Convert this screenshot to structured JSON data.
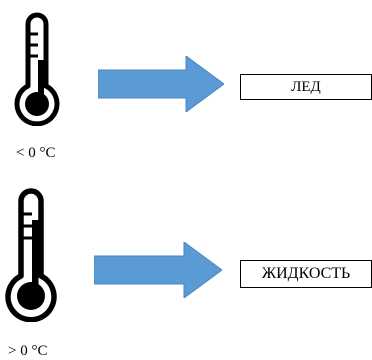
{
  "diagram": {
    "rows": [
      {
        "thermometer_icon": "thermometer-low-icon",
        "temperature_label": "< 0 °C",
        "arrow_icon": "right-arrow-icon",
        "arrow_color": "#5b9bd5",
        "state_label": "ЛЕД"
      },
      {
        "thermometer_icon": "thermometer-high-icon",
        "temperature_label": "> 0 °C",
        "arrow_icon": "right-arrow-icon",
        "arrow_color": "#5b9bd5",
        "state_label": "ЖИДКОСТЬ"
      }
    ]
  }
}
